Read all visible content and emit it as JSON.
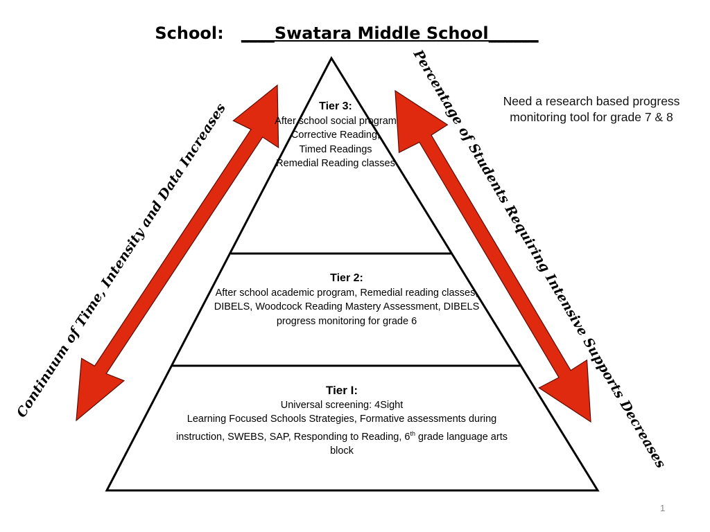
{
  "title": {
    "label": "School:   ",
    "school": "____Swatara Middle School______"
  },
  "tiers": {
    "tier3": {
      "heading": "Tier 3:",
      "items": [
        "After school social program",
        "Corrective Reading,",
        "Timed Readings",
        "Remedial Reading classes"
      ]
    },
    "tier2": {
      "heading": "Tier 2:",
      "text": "After school academic program, Remedial reading classes, DIBELS, Woodcock Reading Mastery Assessment, DIBELS progress monitoring for grade 6"
    },
    "tier1": {
      "heading": "Tier I:",
      "line1": "Universal screening: 4Sight",
      "line2": "Learning Focused Schools Strategies, Formative assessments during instruction, SWEBS, SAP, Responding to Reading, 6",
      "sup": "th",
      "line2_end": " grade language arts block"
    }
  },
  "left_arrow_label": "Continuum of Time, Intensity and Data Increases",
  "right_arrow_label": "Percentage of Students Requiring Intensive Supports Decreases",
  "note": "Need a research based progress monitoring tool for grade 7 & 8",
  "page_number": "1",
  "colors": {
    "arrow_fill": "#e02a10",
    "arrow_stroke": "#5a0a00"
  }
}
